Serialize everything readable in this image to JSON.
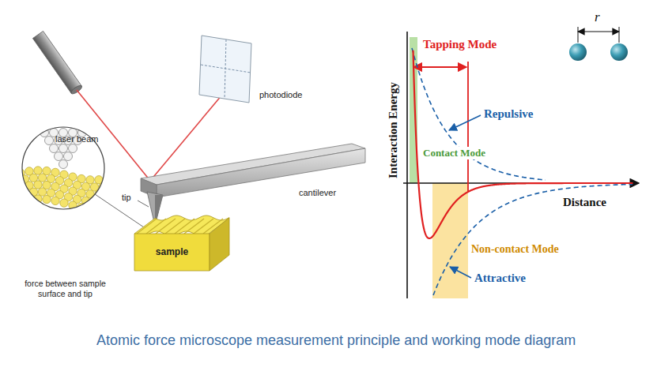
{
  "diagram": {
    "caption": "Atomic force microscope measurement principle and working mode diagram",
    "nodes": [
      {
        "text": [
          "photodiode"
        ]
      },
      {
        "text": [
          "force between sample surface and tip"
        ]
      },
      {
        "text": [
          "sample"
        ]
      }
    ],
    "labels": [
      "laser beam",
      "cantilever",
      "tip",
      "Tapping Mode",
      "Repulsive",
      "Contact Mode",
      "Non-contact Mode",
      "Attractive",
      "Interaction Energy",
      "Distance",
      "r"
    ]
  }
}
